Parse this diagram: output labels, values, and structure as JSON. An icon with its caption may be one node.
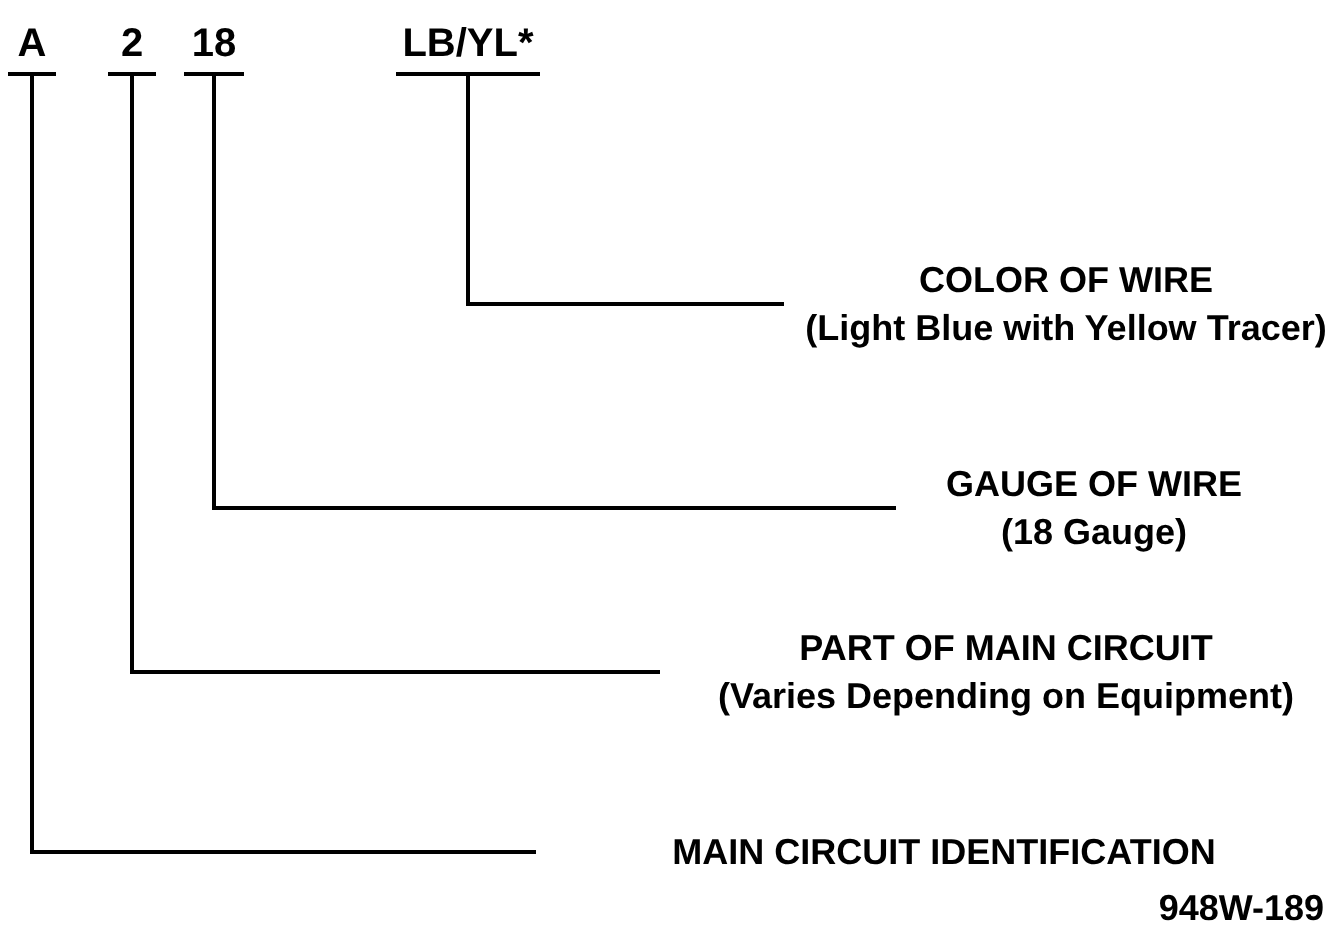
{
  "diagram": {
    "nodes": [
      {
        "text": [
          "A"
        ]
      },
      {
        "text": [
          "2"
        ]
      },
      {
        "text": [
          "18"
        ]
      },
      {
        "text": [
          "LB/YL*"
        ]
      },
      {
        "text": [
          "COLOR OF WIRE",
          "(Light Blue with Yellow Tracer)"
        ]
      },
      {
        "text": [
          "GAUGE OF WIRE",
          "(18 Gauge)"
        ]
      },
      {
        "text": [
          "PART OF MAIN CIRCUIT",
          "(Varies Depending on Equipment)"
        ]
      },
      {
        "text": [
          "MAIN CIRCUIT IDENTIFICATION"
        ]
      }
    ],
    "edges": [
      {
        "from": 0,
        "to": 7,
        "arrow": "none"
      },
      {
        "from": 1,
        "to": 6,
        "arrow": "none"
      },
      {
        "from": 2,
        "to": 5,
        "arrow": "none"
      },
      {
        "from": 3,
        "to": 4,
        "arrow": "none"
      }
    ],
    "labels": [
      "948W-189"
    ]
  }
}
